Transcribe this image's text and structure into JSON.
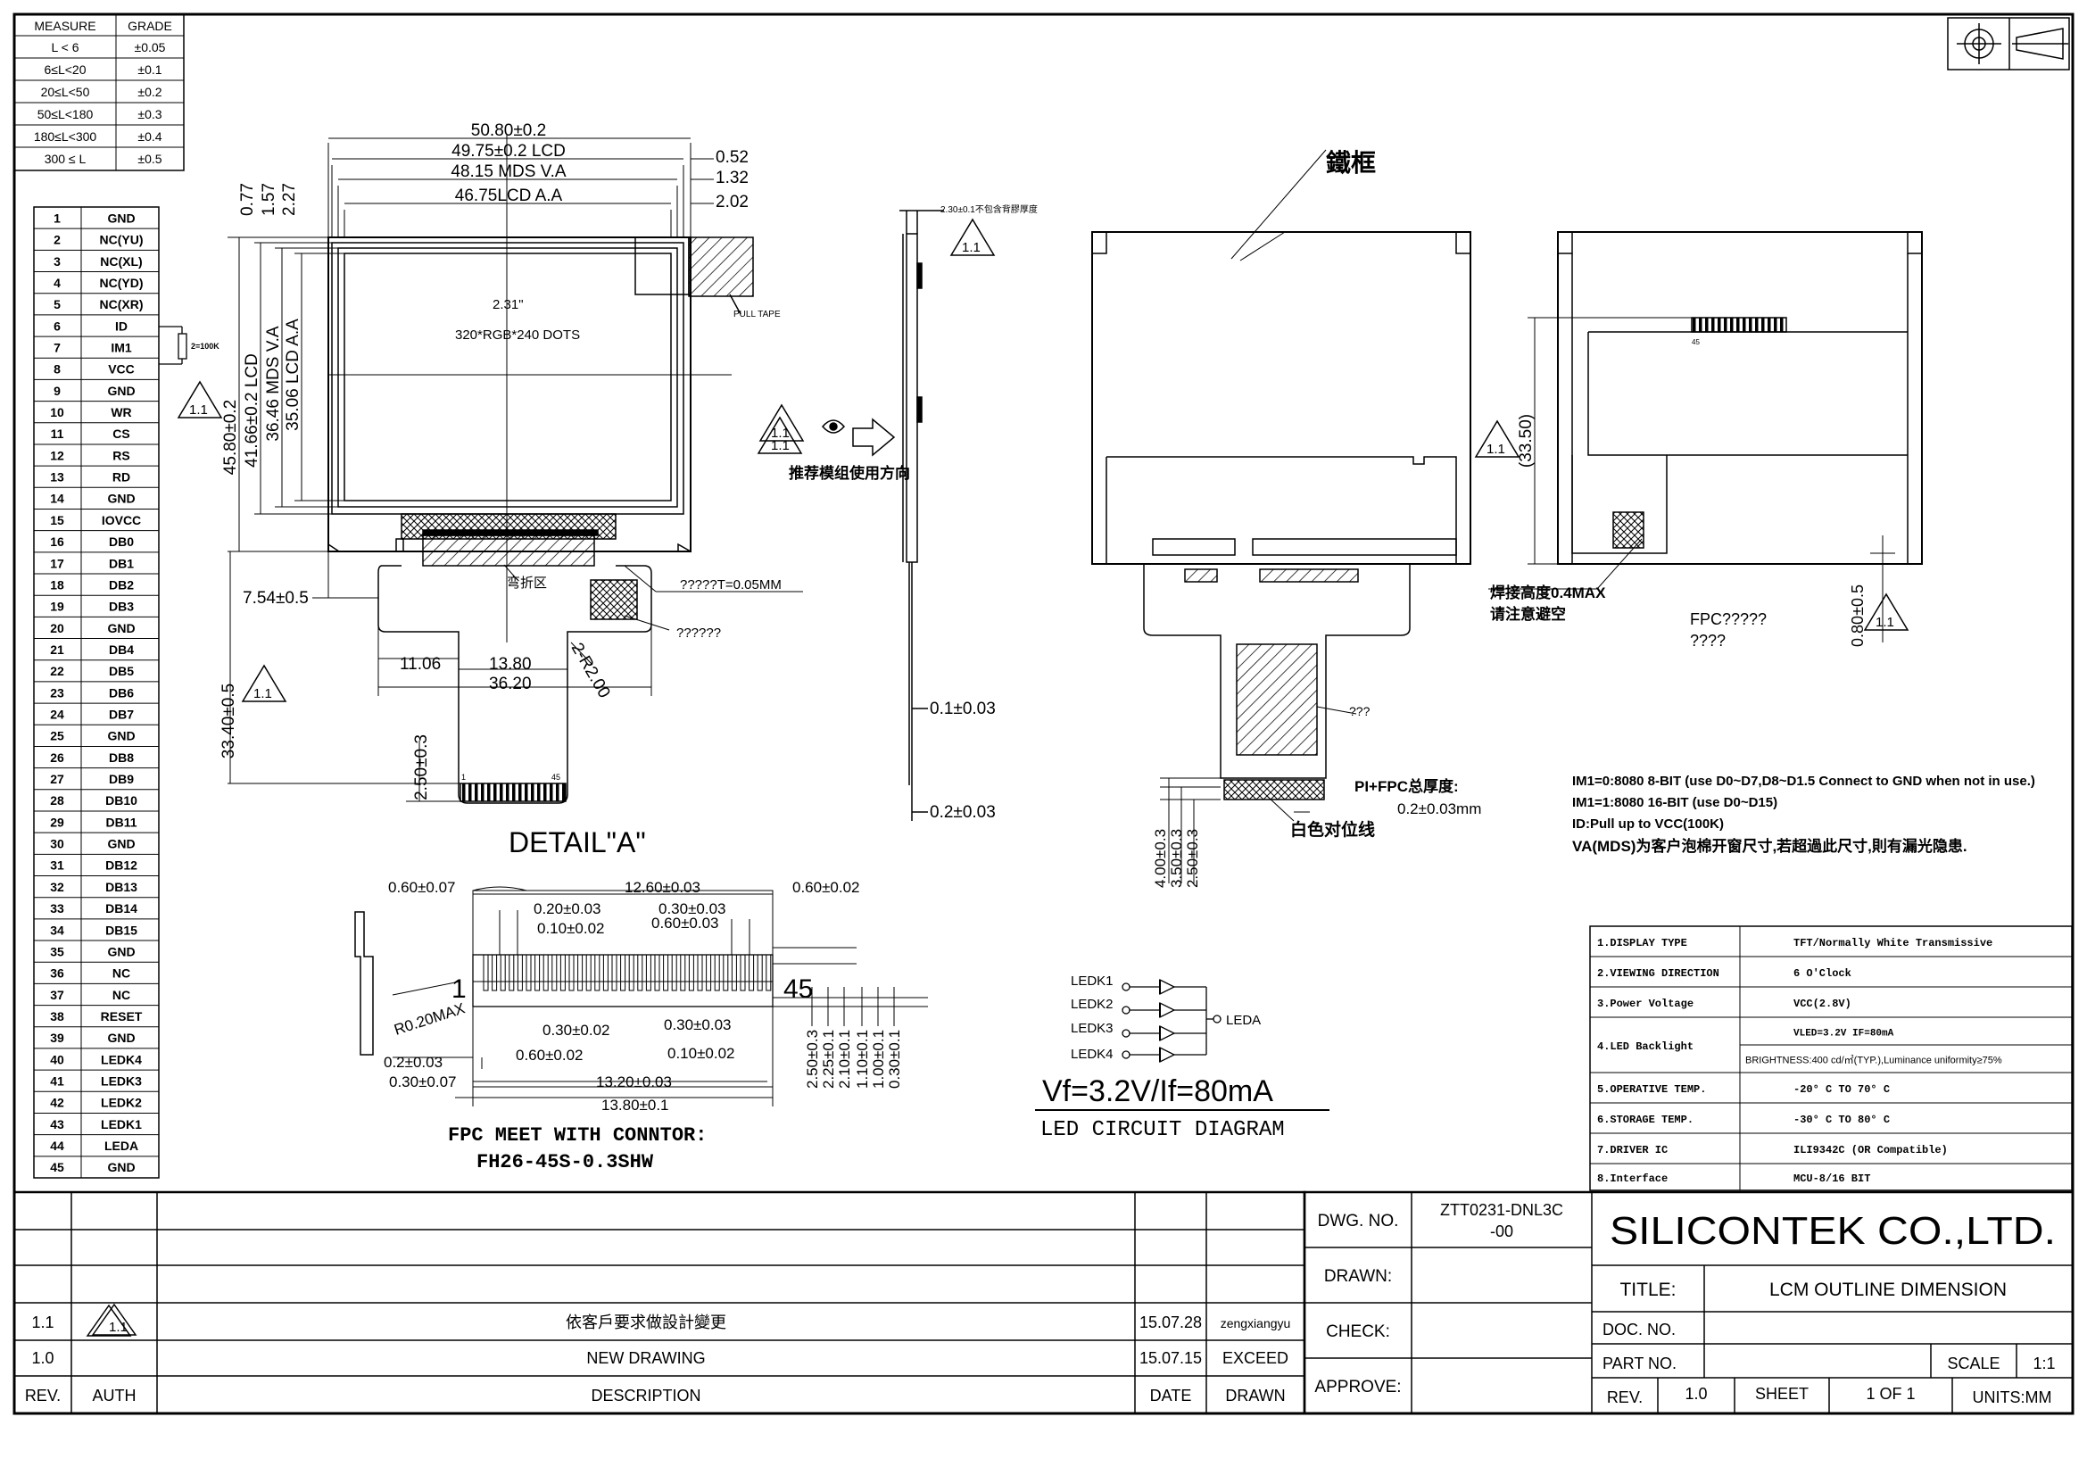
{
  "tolerance_table": {
    "headers": [
      "MEASURE",
      "GRADE"
    ],
    "rows": [
      [
        "L < 6",
        "±0.05"
      ],
      [
        "6≤L<20",
        "±0.1"
      ],
      [
        "20≤L<50",
        "±0.2"
      ],
      [
        "50≤L<180",
        "±0.3"
      ],
      [
        "180≤L<300",
        "±0.4"
      ],
      [
        "300 ≤ L",
        "±0.5"
      ]
    ]
  },
  "pins": [
    {
      "no": "1",
      "name": "GND"
    },
    {
      "no": "2",
      "name": "NC(YU)"
    },
    {
      "no": "3",
      "name": "NC(XL)"
    },
    {
      "no": "4",
      "name": "NC(YD)"
    },
    {
      "no": "5",
      "name": "NC(XR)"
    },
    {
      "no": "6",
      "name": "ID"
    },
    {
      "no": "7",
      "name": "IM1"
    },
    {
      "no": "8",
      "name": "VCC"
    },
    {
      "no": "9",
      "name": "GND"
    },
    {
      "no": "10",
      "name": "WR"
    },
    {
      "no": "11",
      "name": "CS"
    },
    {
      "no": "12",
      "name": "RS"
    },
    {
      "no": "13",
      "name": "RD"
    },
    {
      "no": "14",
      "name": "GND"
    },
    {
      "no": "15",
      "name": "IOVCC"
    },
    {
      "no": "16",
      "name": "DB0"
    },
    {
      "no": "17",
      "name": "DB1"
    },
    {
      "no": "18",
      "name": "DB2"
    },
    {
      "no": "19",
      "name": "DB3"
    },
    {
      "no": "20",
      "name": "GND"
    },
    {
      "no": "21",
      "name": "DB4"
    },
    {
      "no": "22",
      "name": "DB5"
    },
    {
      "no": "23",
      "name": "DB6"
    },
    {
      "no": "24",
      "name": "DB7"
    },
    {
      "no": "25",
      "name": "GND"
    },
    {
      "no": "26",
      "name": "DB8"
    },
    {
      "no": "27",
      "name": "DB9"
    },
    {
      "no": "28",
      "name": "DB10"
    },
    {
      "no": "29",
      "name": "DB11"
    },
    {
      "no": "30",
      "name": "GND"
    },
    {
      "no": "31",
      "name": "DB12"
    },
    {
      "no": "32",
      "name": "DB13"
    },
    {
      "no": "33",
      "name": "DB14"
    },
    {
      "no": "34",
      "name": "DB15"
    },
    {
      "no": "35",
      "name": "GND"
    },
    {
      "no": "36",
      "name": "NC"
    },
    {
      "no": "37",
      "name": "NC"
    },
    {
      "no": "38",
      "name": "RESET"
    },
    {
      "no": "39",
      "name": "GND"
    },
    {
      "no": "40",
      "name": "LEDK4"
    },
    {
      "no": "41",
      "name": "LEDK3"
    },
    {
      "no": "42",
      "name": "LEDK2"
    },
    {
      "no": "43",
      "name": "LEDK1"
    },
    {
      "no": "44",
      "name": "LEDA"
    },
    {
      "no": "45",
      "name": "GND"
    }
  ],
  "resistor_label": "2=100K",
  "front_view": {
    "dims_top": [
      "50.80±0.2",
      "49.75±0.2 LCD",
      "48.15 MDS V.A",
      "46.75LCD A.A"
    ],
    "dims_right": [
      "0.52",
      "1.32",
      "2.02"
    ],
    "dims_left_small": [
      "0.77",
      "1.57",
      "2.27"
    ],
    "dims_vertical": [
      "45.80±0.2",
      "41.66±0.2 LCD",
      "36.46 MDS V.A",
      "35.06 LCD A.A"
    ],
    "diag": "2.31\"",
    "resolution": "320*RGB*240 DOTS",
    "pull_tape": "PULL TAPE",
    "bend": "弯折区",
    "tape_note": "?????T=0.05MM",
    "q_note": "??????",
    "dim_754": "7.54±0.5",
    "dim_1106": "11.06",
    "dim_1380": "13.80",
    "dim_3620": "36.20",
    "dim_r2": "2-R2.00",
    "dim_3340": "33.40±0.5",
    "dim_250": "2.50±0.3",
    "pin_first": "1",
    "pin_last": "45",
    "rev_mark": "1.1"
  },
  "side_view": {
    "top_note": "2.30±0.1不包含背膠厚度",
    "view_note": "推荐模组使用方向",
    "dim_01": "0.1±0.03",
    "dim_02": "0.2±0.03"
  },
  "back_view": {
    "frame_label": "鐵框",
    "fpc_mark": "???",
    "pi_fpc": "PI+FPC总厚度:",
    "pi_fpc_val": "0.2±0.03mm",
    "white_line": "白色对位线",
    "dims": [
      "4.00±0.3",
      "3.50±0.3",
      "2.50±0.3"
    ]
  },
  "right_view": {
    "dim_3350": "(33.50)",
    "solder": "焊接高度0.4MAX",
    "avoid": "请注意避空",
    "fpc_q1": "FPC?????",
    "fpc_q2": "????",
    "dim_080": "0.80±0.5",
    "pin_mark": "45"
  },
  "notes": [
    "IM1=0:8080 8-BIT (use D0~D7,D8~D1.5 Connect to GND when not in use.)",
    "IM1=1:8080 16-BIT (use D0~D15)",
    "ID:Pull up to VCC(100K)",
    "VA(MDS)为客户泡棉开窗尺寸,若超過此尺寸,則有漏光隐患."
  ],
  "detail": {
    "title": "DETAIL\"A\"",
    "dims": [
      "0.60±0.07",
      "12.60±0.03",
      "0.60±0.02",
      "0.20±0.03",
      "0.10±0.02",
      "0.30±0.03",
      "0.60±0.03",
      "0.30±0.02",
      "0.30±0.03",
      "0.60±0.02",
      "0.10±0.02",
      "13.20±0.03",
      "13.80±0.1",
      "0.2±0.03",
      "0.30±0.07",
      "R0.20MAX"
    ],
    "vdims": [
      "2.50±0.3",
      "2.25±0.1",
      "2.10±0.1",
      "1.10±0.1",
      "1.00±0.1",
      "0.30±0.1"
    ],
    "pin_first": "1",
    "pin_last": "45",
    "fpc_line1": "FPC MEET WITH CONNTOR:",
    "fpc_line2": "FH26-45S-0.3SHW"
  },
  "led": {
    "cathodes": [
      "LEDK1",
      "LEDK2",
      "LEDK3",
      "LEDK4"
    ],
    "anode": "LEDA",
    "spec": "Vf=3.2V/If=80mA",
    "title": "LED CIRCUIT DIAGRAM"
  },
  "spec_table": [
    {
      "label": "1.DISPLAY TYPE",
      "value": "TFT/Normally White Transmissive"
    },
    {
      "label": "2.VIEWING DIRECTION",
      "value": "6 O'Clock"
    },
    {
      "label": "3.Power Voltage",
      "value": "VCC(2.8V)"
    },
    {
      "label": "4.LED Backlight",
      "value": "VLED=3.2V IF=80mA",
      "value2": "BRIGHTNESS:400 cd/㎡(TYP.),Luminance uniformity≥75%"
    },
    {
      "label": "5.OPERATIVE TEMP.",
      "value": "-20° C TO 70° C"
    },
    {
      "label": "6.STORAGE TEMP.",
      "value": "-30° C TO 80° C"
    },
    {
      "label": "7.DRIVER IC",
      "value": "ILI9342C (OR Compatible)"
    },
    {
      "label": "8.Interface",
      "value": "MCU-8/16 BIT"
    }
  ],
  "revisions": [
    {
      "rev": "1.1",
      "auth": "1.1",
      "desc": "依客戶要求做設計變更",
      "date": "15.07.28",
      "drawn": "zengxiangyu"
    },
    {
      "rev": "1.0",
      "auth": "",
      "desc": "NEW DRAWING",
      "date": "15.07.15",
      "drawn": "EXCEED"
    }
  ],
  "rev_headers": {
    "rev": "REV.",
    "auth": "AUTH",
    "desc": "DESCRIPTION",
    "date": "DATE",
    "drawn": "DRAWN"
  },
  "title_block": {
    "dwg_no_label": "DWG. NO.",
    "dwg_no": "ZTT0231-DNL3C",
    "dwg_no2": "-00",
    "drawn_label": "DRAWN:",
    "check_label": "CHECK:",
    "approve_label": "APPROVE:",
    "company": "SILICONTEK CO.,LTD.",
    "title_label": "TITLE:",
    "title": "LCM OUTLINE DIMENSION",
    "doc_no_label": "DOC. NO.",
    "part_no_label": "PART NO.",
    "scale_label": "SCALE",
    "scale": "1:1",
    "rev_label": "REV.",
    "rev": "1.0",
    "sheet_label": "SHEET",
    "sheet": "1 OF 1",
    "units": "UNITS:MM"
  }
}
